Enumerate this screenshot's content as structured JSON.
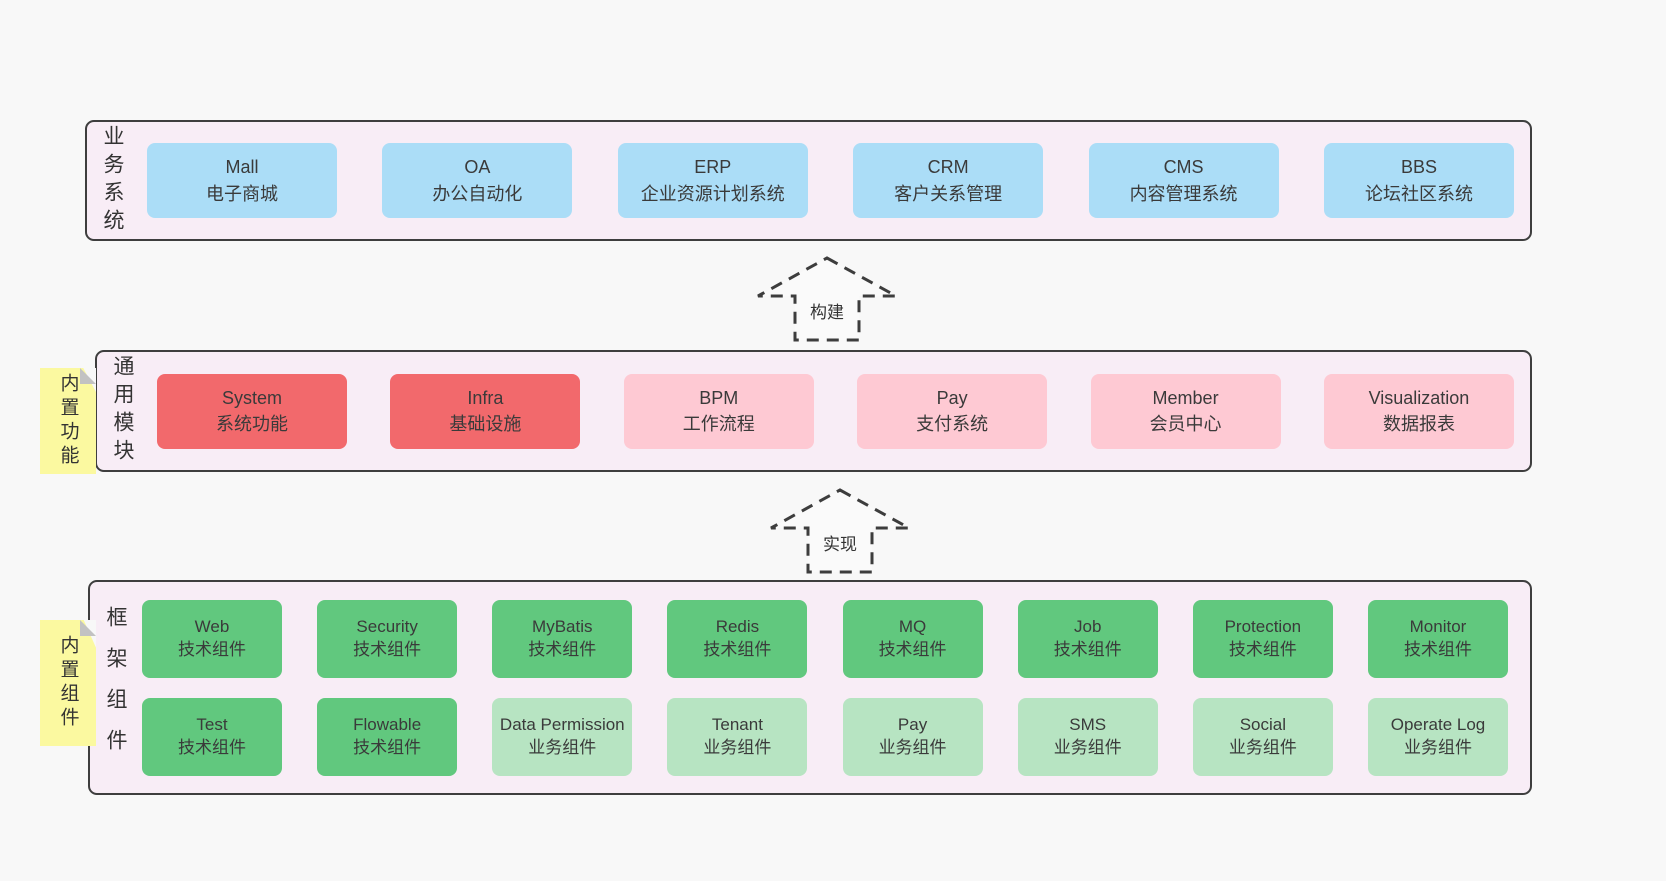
{
  "palette": {
    "page_bg": "#f8f8f8",
    "layer_bg": "#f8edf6",
    "layer_border": "#3e3e3e",
    "business_system_box": "#abddf7",
    "core_module_box": "#f2696c",
    "optional_module_box": "#fec9d3",
    "tech_component_box": "#61c87e",
    "biz_component_box": "#b7e4c2",
    "sticky_note": "#fbf9a0",
    "sticky_fold": "#c2c2c2"
  },
  "arrows": [
    {
      "label": "构建"
    },
    {
      "label": "实现"
    }
  ],
  "stickies": [
    {
      "label": "内置功能"
    },
    {
      "label": "内置组件"
    }
  ],
  "layers": [
    {
      "label": "业务系统",
      "boxes": [
        {
          "name": "Mall",
          "desc": "电子商城"
        },
        {
          "name": "OA",
          "desc": "办公自动化"
        },
        {
          "name": "ERP",
          "desc": "企业资源计划系统"
        },
        {
          "name": "CRM",
          "desc": "客户关系管理"
        },
        {
          "name": "CMS",
          "desc": "内容管理系统"
        },
        {
          "name": "BBS",
          "desc": "论坛社区系统"
        }
      ]
    },
    {
      "label": "通用模块",
      "boxes": [
        {
          "name": "System",
          "desc": "系统功能"
        },
        {
          "name": "Infra",
          "desc": "基础设施"
        },
        {
          "name": "BPM",
          "desc": "工作流程"
        },
        {
          "name": "Pay",
          "desc": "支付系统"
        },
        {
          "name": "Member",
          "desc": "会员中心"
        },
        {
          "name": "Visualization",
          "desc": "数据报表"
        }
      ]
    },
    {
      "label": "框架组件",
      "boxes": [
        {
          "name": "Web",
          "desc": "技术组件"
        },
        {
          "name": "Security",
          "desc": "技术组件"
        },
        {
          "name": "MyBatis",
          "desc": "技术组件"
        },
        {
          "name": "Redis",
          "desc": "技术组件"
        },
        {
          "name": "MQ",
          "desc": "技术组件"
        },
        {
          "name": "Job",
          "desc": "技术组件"
        },
        {
          "name": "Protection",
          "desc": "技术组件"
        },
        {
          "name": "Monitor",
          "desc": "技术组件"
        },
        {
          "name": "Test",
          "desc": "技术组件"
        },
        {
          "name": "Flowable",
          "desc": "技术组件"
        },
        {
          "name": "Data Permission",
          "desc": "业务组件"
        },
        {
          "name": "Tenant",
          "desc": "业务组件"
        },
        {
          "name": "Pay",
          "desc": "业务组件"
        },
        {
          "name": "SMS",
          "desc": "业务组件"
        },
        {
          "name": "Social",
          "desc": "业务组件"
        },
        {
          "name": "Operate Log",
          "desc": "业务组件"
        }
      ]
    }
  ]
}
